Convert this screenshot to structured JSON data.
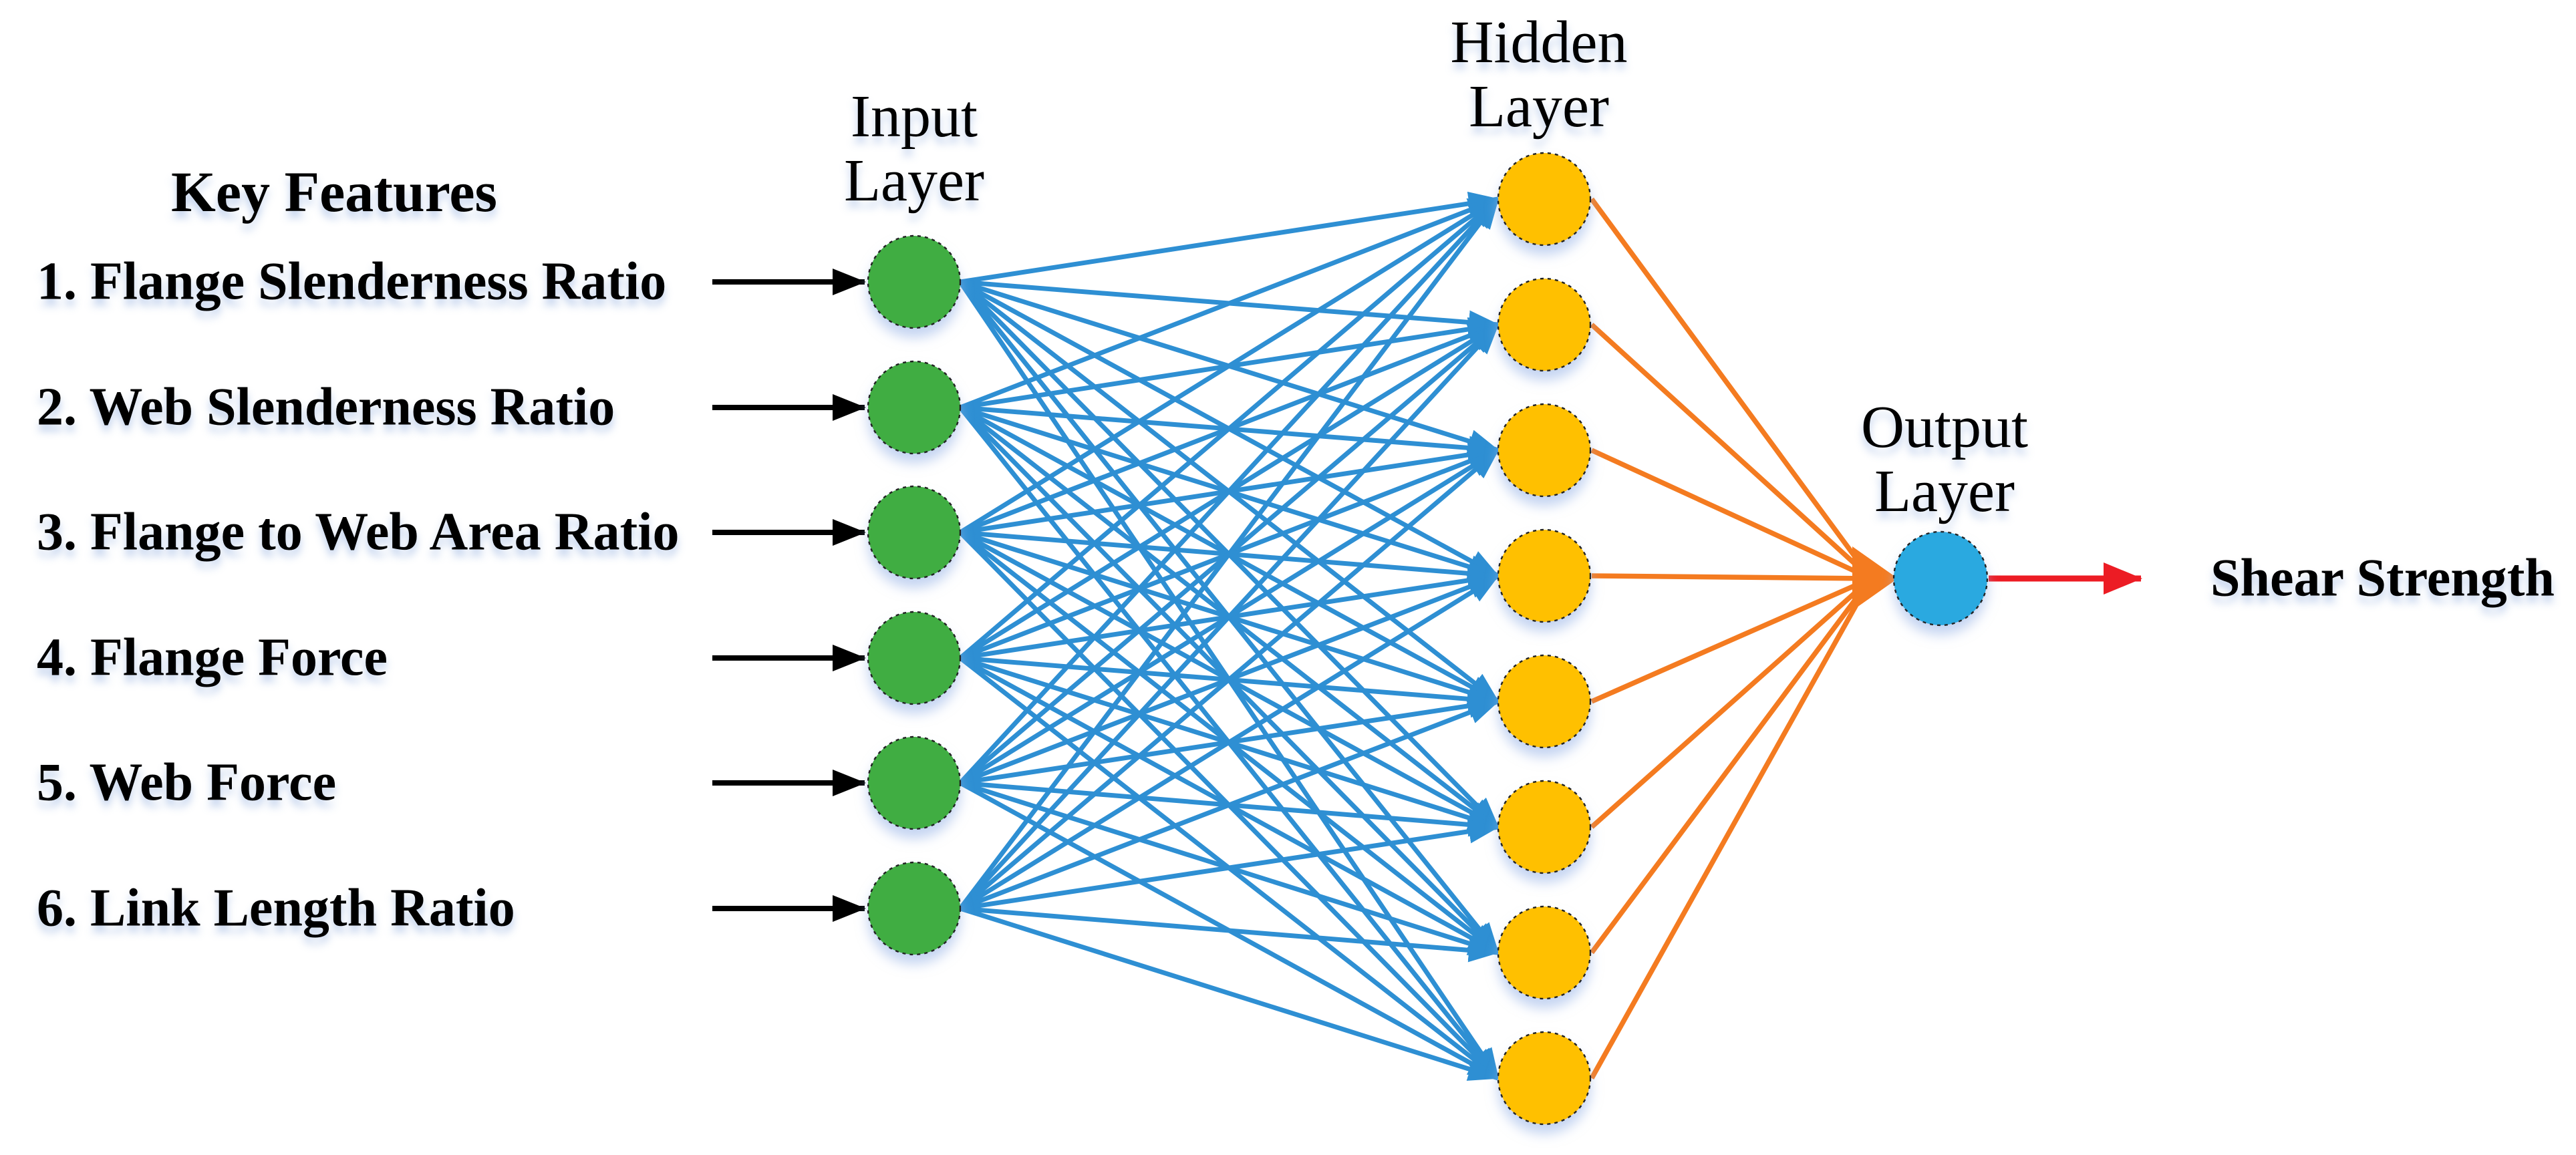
{
  "title": "Key Features",
  "features": [
    "1. Flange Slenderness Ratio",
    "2. Web Slenderness Ratio",
    "3. Flange to Web Area Ratio",
    "4. Flange Force",
    "5. Web Force",
    "6. Link Length Ratio"
  ],
  "layers": {
    "input": {
      "label_line1": "Input",
      "label_line2": "Layer",
      "node_count": 6,
      "node_color": "#3FAD42"
    },
    "hidden": {
      "label_line1": "Hidden",
      "label_line2": "Layer",
      "node_count": 8,
      "node_color": "#FFC000"
    },
    "output": {
      "label_line1": "Output",
      "label_line2": "Layer",
      "node_count": 1,
      "node_color": "#29A9E0"
    }
  },
  "output_label": "Shear Strength",
  "colors": {
    "input_to_hidden_connection": "#2E8FD3",
    "hidden_to_output_connection": "#F47B20",
    "feature_arrow": "#000000",
    "output_arrow": "#EC1C24",
    "text": "#000000",
    "background": "#FFFFFF"
  }
}
